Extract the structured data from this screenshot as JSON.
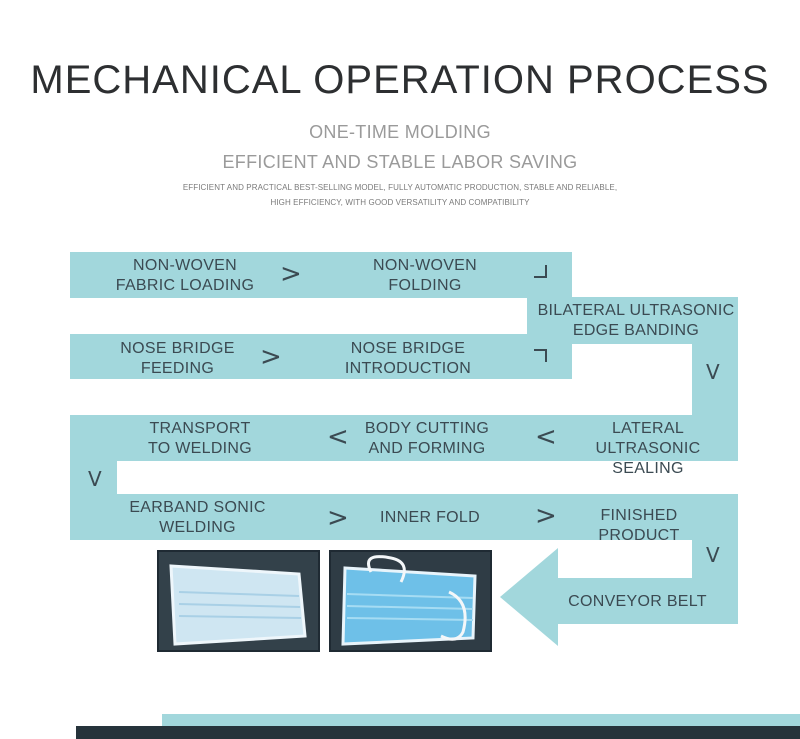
{
  "header": {
    "title": "MECHANICAL OPERATION PROCESS",
    "subtitle_1": "ONE-TIME MOLDING",
    "subtitle_2": "EFFICIENT AND STABLE LABOR SAVING",
    "desc_1": "EFFICIENT AND PRACTICAL BEST-SELLING MODEL, FULLY AUTOMATIC PRODUCTION, STABLE AND RELIABLE,",
    "desc_2": "HIGH EFFICIENCY, WITH GOOD VERSATILITY AND COMPATIBILITY"
  },
  "flow": {
    "steps": {
      "s1": "NON-WOVEN\nFABRIC LOADING",
      "s2": "NON-WOVEN\nFOLDING",
      "s3": "BILATERAL ULTRASONIC\nEDGE BANDING",
      "s4": "NOSE BRIDGE\nFEEDING",
      "s5": "NOSE BRIDGE\nINTRODUCTION",
      "s6": "TRANSPORT\nTO WELDING",
      "s7": "BODY CUTTING\nAND FORMING",
      "s8": "LATERAL\nULTRASONIC SEALING",
      "s9": "EARBAND SONIC\nWELDING",
      "s10": "INNER FOLD",
      "s11": "FINISHED PRODUCT",
      "s12": "CONVEYOR BELT"
    },
    "arrows": {
      "right": ">",
      "left": "<",
      "down": "V"
    }
  },
  "colors": {
    "band": "#a2d7dc",
    "text": "#3b4a52",
    "title": "#2d2f31",
    "footer_dark": "#26333b"
  },
  "images": [
    "mask-photo-flat",
    "mask-photo-with-earloops"
  ]
}
